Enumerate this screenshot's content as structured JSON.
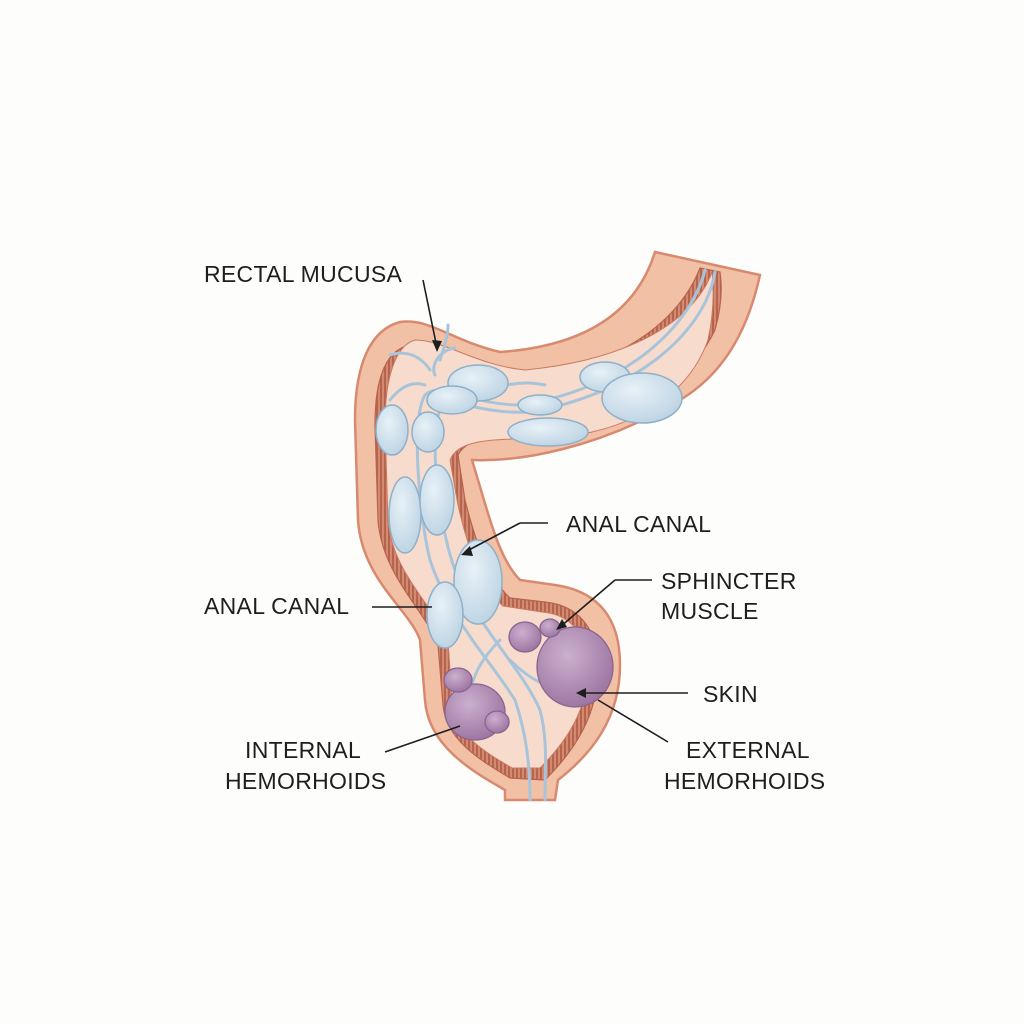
{
  "labels": {
    "rectal_mucosa": "RECTAL MUCUSA",
    "anal_canal_right": "ANAL CANAL",
    "sphincter_line1": "SPHINCTER",
    "sphincter_line2": "MUSCLE",
    "anal_canal_left": "ANAL CANAL",
    "skin": "SKIN",
    "internal_line1": "INTERNAL",
    "internal_line2": "HEMORHOIDS",
    "external_line1": "EXTERNAL",
    "external_line2": "HEMORHOIDS"
  },
  "colors": {
    "tissue_fill": "#f3c2a7",
    "tissue_stroke": "#d98b72",
    "lumen_fill": "#f9e1d3",
    "muscle_band": "#c97a62",
    "vessel": "#a9c4d9",
    "vein_nodule": "#cfe0ec",
    "hemorrhoid": "#b08cb3",
    "text": "#1e1e1e"
  }
}
